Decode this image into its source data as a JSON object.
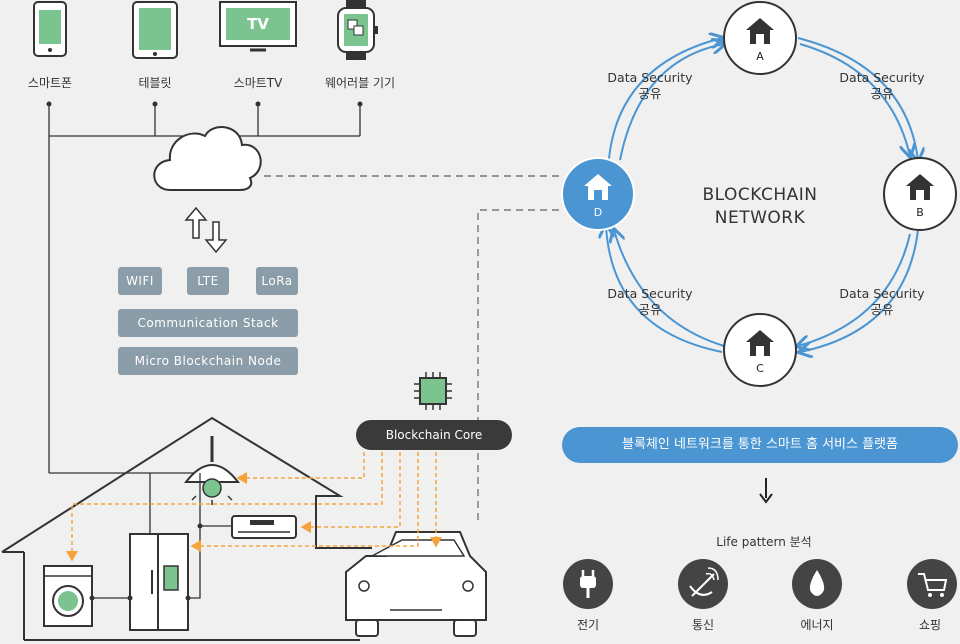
{
  "devices": [
    {
      "label": "스마트폰"
    },
    {
      "label": "테블릿"
    },
    {
      "label": "스마트TV",
      "screen_text": "TV"
    },
    {
      "label": "웨어러블 기기"
    }
  ],
  "protocols": [
    "WIFI",
    "LTE",
    "LoRa"
  ],
  "stack": [
    "Communication Stack",
    "Micro Blockchain Node"
  ],
  "blockchain_core": "Blockchain Core",
  "network": {
    "title_line1": "BLOCKCHAIN",
    "title_line2": "NETWORK",
    "nodes": {
      "a": "A",
      "b": "B",
      "c": "C",
      "d": "D"
    },
    "edge_label_line1": "Data Security",
    "edge_label_line2": "공유"
  },
  "platform_label": "블록체인 네트워크를 통한 스마트 홈 서비스 플랫폼",
  "life_pattern": "Life pattern 분석",
  "services": [
    {
      "label": "전기",
      "icon": "plug-icon"
    },
    {
      "label": "통신",
      "icon": "satellite-icon"
    },
    {
      "label": "에너지",
      "icon": "drop-icon"
    },
    {
      "label": "쇼핑",
      "icon": "cart-icon"
    }
  ],
  "colors": {
    "accent_blue": "#4a95d2",
    "arrow_orange": "#f5a33a",
    "device_green": "#7cc48f",
    "tag_gray": "#8a9da8",
    "dark": "#3a3a3a"
  }
}
